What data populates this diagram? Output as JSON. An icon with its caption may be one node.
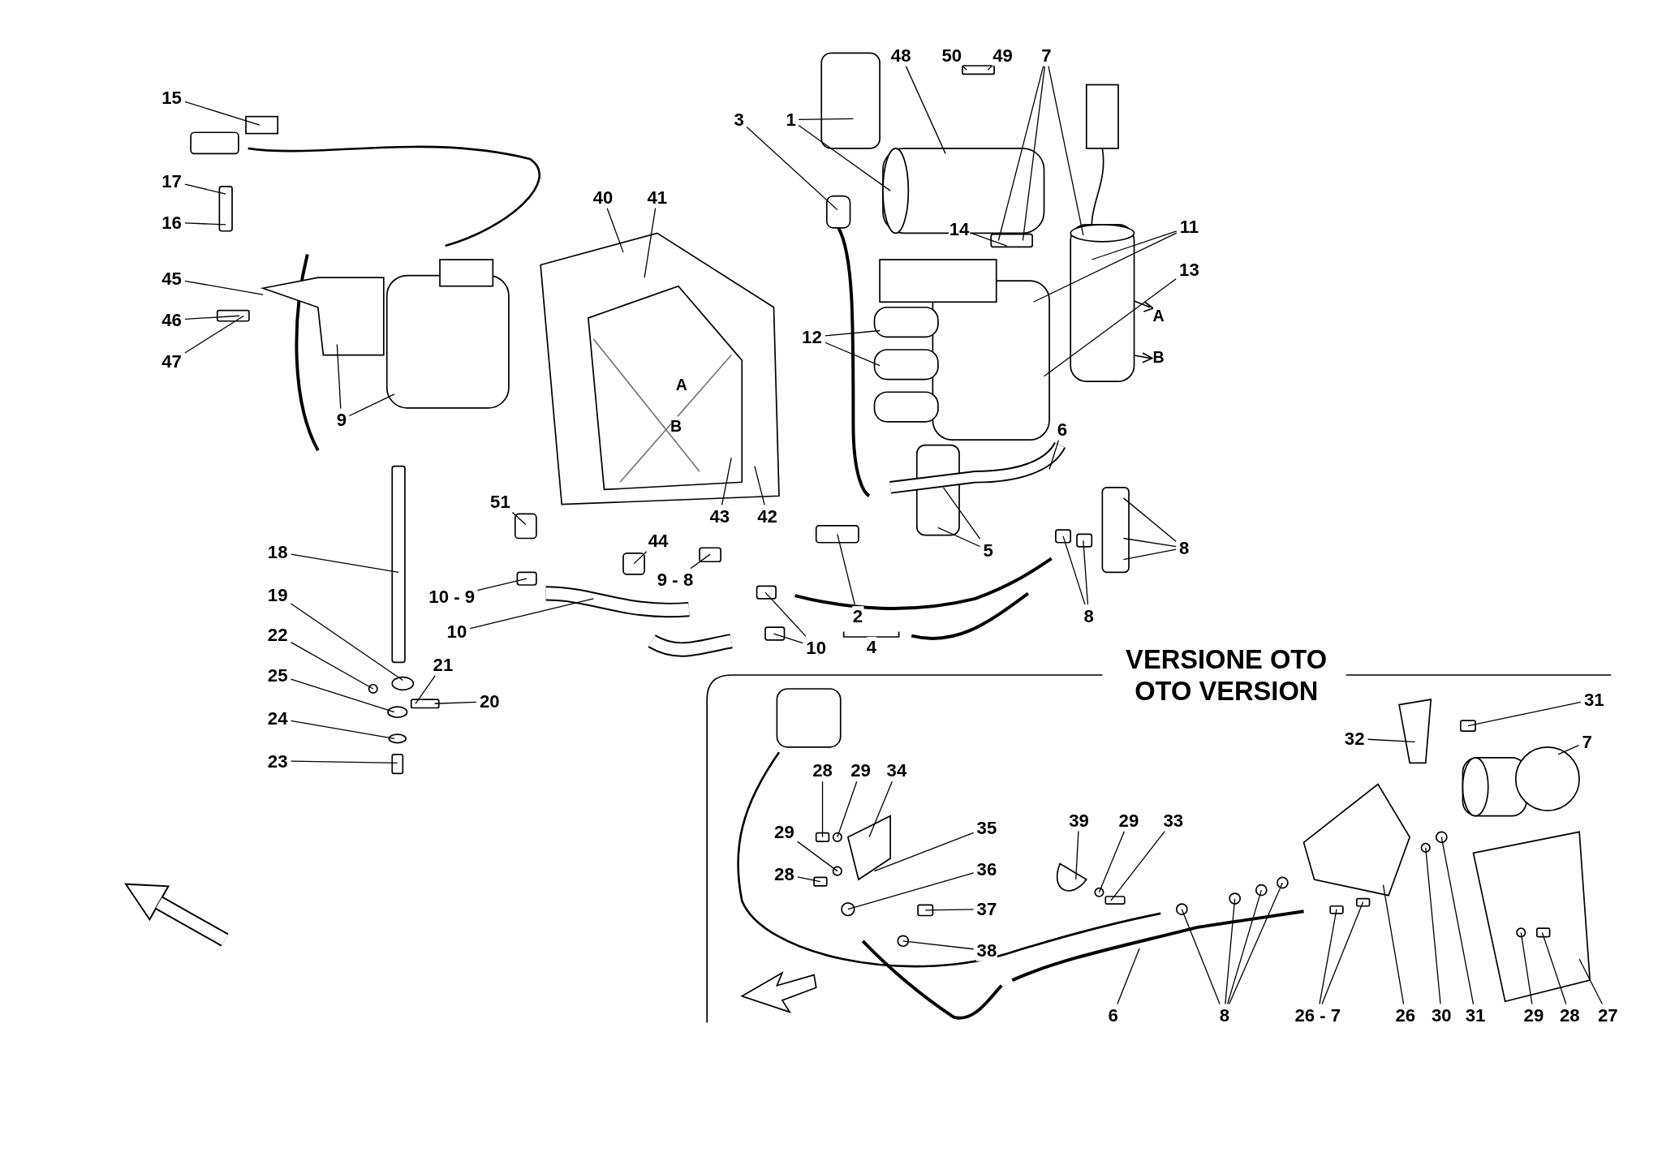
{
  "diagram": {
    "nodes": [
      {
        "text": [
          "48"
        ]
      },
      {
        "text": [
          "50"
        ]
      },
      {
        "text": [
          "49"
        ]
      },
      {
        "text": [
          "7"
        ]
      },
      {
        "text": [
          "15"
        ]
      },
      {
        "text": [
          "3"
        ]
      },
      {
        "text": [
          "1"
        ]
      },
      {
        "text": [
          "17"
        ]
      },
      {
        "text": [
          "40"
        ]
      },
      {
        "text": [
          "41"
        ]
      },
      {
        "text": [
          "16"
        ]
      },
      {
        "text": [
          "14"
        ]
      },
      {
        "text": [
          "11"
        ]
      },
      {
        "text": [
          "13"
        ]
      },
      {
        "text": [
          "45"
        ]
      },
      {
        "text": [
          "46"
        ]
      },
      {
        "text": [
          "12"
        ]
      },
      {
        "text": [
          "47"
        ]
      },
      {
        "text": [
          "9"
        ]
      },
      {
        "text": [
          "6"
        ]
      },
      {
        "text": [
          "51"
        ]
      },
      {
        "text": [
          "43"
        ]
      },
      {
        "text": [
          "42"
        ]
      },
      {
        "text": [
          "44"
        ]
      },
      {
        "text": [
          "8"
        ]
      },
      {
        "text": [
          "5"
        ]
      },
      {
        "text": [
          "18"
        ]
      },
      {
        "text": [
          "9 - 8"
        ]
      },
      {
        "text": [
          "19"
        ]
      },
      {
        "text": [
          "10 - 9"
        ]
      },
      {
        "text": [
          "2"
        ]
      },
      {
        "text": [
          "8"
        ]
      },
      {
        "text": [
          "10"
        ]
      },
      {
        "text": [
          "22"
        ]
      },
      {
        "text": [
          "10"
        ]
      },
      {
        "text": [
          "21"
        ]
      },
      {
        "text": [
          "25"
        ]
      },
      {
        "text": [
          "20"
        ]
      },
      {
        "text": [
          "24"
        ]
      },
      {
        "text": [
          "23"
        ]
      },
      {
        "text": [
          "31"
        ]
      },
      {
        "text": [
          "32"
        ]
      },
      {
        "text": [
          "7"
        ]
      },
      {
        "text": [
          "28"
        ]
      },
      {
        "text": [
          "29"
        ]
      },
      {
        "text": [
          "34"
        ]
      },
      {
        "text": [
          "39"
        ]
      },
      {
        "text": [
          "29"
        ]
      },
      {
        "text": [
          "33"
        ]
      },
      {
        "text": [
          "35"
        ]
      },
      {
        "text": [
          "29"
        ]
      },
      {
        "text": [
          "36"
        ]
      },
      {
        "text": [
          "28"
        ]
      },
      {
        "text": [
          "37"
        ]
      },
      {
        "text": [
          "38"
        ]
      },
      {
        "text": [
          "6"
        ]
      },
      {
        "text": [
          "8"
        ]
      },
      {
        "text": [
          "26 - 7"
        ]
      },
      {
        "text": [
          "26"
        ]
      },
      {
        "text": [
          "30"
        ]
      },
      {
        "text": [
          "31"
        ]
      },
      {
        "text": [
          "29"
        ]
      },
      {
        "text": [
          "28"
        ]
      },
      {
        "text": [
          "27"
        ]
      },
      {
        "text": [],
        "shape": "box"
      },
      {
        "text": [],
        "shape": "cylinder"
      },
      {
        "text": [],
        "shape": "box"
      },
      {
        "text": [],
        "shape": "line"
      },
      {
        "text": [],
        "shape": "box"
      },
      {
        "text": [],
        "shape": "box"
      },
      {
        "text": [],
        "shape": "cylinder"
      },
      {
        "text": [],
        "shape": "box"
      },
      {
        "text": [],
        "shape": "polygon"
      },
      {
        "text": [],
        "shape": "box"
      },
      {
        "text": [],
        "shape": "box"
      },
      {
        "text": [],
        "shape": "box"
      },
      {
        "text": [],
        "shape": "polygon"
      },
      {
        "text": [],
        "shape": "box"
      },
      {
        "text": [],
        "shape": "circle"
      },
      {
        "text": [],
        "shape": "circle"
      },
      {
        "text": [],
        "shape": "box"
      },
      {
        "text": [],
        "shape": "circle"
      },
      {
        "text": [],
        "shape": "circle"
      },
      {
        "text": [],
        "shape": "box"
      },
      {
        "text": [],
        "shape": "box"
      },
      {
        "text": [],
        "shape": "box"
      },
      {
        "text": [],
        "shape": "box"
      },
      {
        "text": [],
        "shape": "line"
      },
      {
        "text": [],
        "shape": "box"
      },
      {
        "text": [],
        "shape": "box"
      },
      {
        "text": [],
        "shape": "box"
      },
      {
        "text": [],
        "shape": "box"
      },
      {
        "text": [],
        "shape": "box"
      },
      {
        "text": [],
        "shape": "box"
      },
      {
        "text": [],
        "shape": "line"
      },
      {
        "text": [],
        "shape": "box"
      },
      {
        "text": [],
        "shape": "box"
      },
      {
        "text": [],
        "shape": "polygon"
      },
      {
        "text": [],
        "shape": "cylinder"
      },
      {
        "text": [],
        "shape": "box"
      },
      {
        "text": [],
        "shape": "circle"
      },
      {
        "text": [],
        "shape": "polygon"
      },
      {
        "text": [],
        "shape": "circle"
      },
      {
        "text": [],
        "shape": "box"
      },
      {
        "text": [],
        "shape": "circle"
      },
      {
        "text": [],
        "shape": "box"
      },
      {
        "text": [],
        "shape": "circle"
      },
      {
        "text": [],
        "shape": "polygon"
      },
      {
        "text": [],
        "shape": "circle"
      },
      {
        "text": [],
        "shape": "box"
      },
      {
        "text": [],
        "shape": "line"
      },
      {
        "text": [],
        "shape": "circle"
      },
      {
        "text": [],
        "shape": "circle"
      },
      {
        "text": [],
        "shape": "circle"
      },
      {
        "text": [],
        "shape": "circle"
      },
      {
        "text": [],
        "shape": "box"
      },
      {
        "text": [],
        "shape": "box"
      },
      {
        "text": [],
        "shape": "polygon"
      },
      {
        "text": [],
        "shape": "circle"
      },
      {
        "text": [],
        "shape": "circle"
      },
      {
        "text": [],
        "shape": "circle",
        "in": 122
      },
      {
        "text": [],
        "shape": "box",
        "in": 122
      },
      {
        "text": [],
        "shape": "polygon"
      }
    ],
    "edges": [
      {
        "from": 0,
        "to": 65,
        "arrow": "none"
      },
      {
        "from": 1,
        "to": 66,
        "arrow": "none"
      },
      {
        "from": 2,
        "to": 66,
        "arrow": "none"
      },
      {
        "from": 3,
        "to": 69,
        "arrow": "none"
      },
      {
        "from": 3,
        "to": 69,
        "arrow": "none"
      },
      {
        "from": 3,
        "to": 70,
        "arrow": "none"
      },
      {
        "from": 4,
        "to": 74,
        "arrow": "none"
      },
      {
        "from": 5,
        "to": 67,
        "arrow": "none"
      },
      {
        "from": 6,
        "to": 64,
        "arrow": "none"
      },
      {
        "from": 6,
        "to": 65,
        "arrow": "none"
      },
      {
        "from": 7,
        "to": 75,
        "arrow": "none"
      },
      {
        "from": 8,
        "to": 76,
        "arrow": "none"
      },
      {
        "from": 9,
        "to": 76,
        "arrow": "none"
      },
      {
        "from": 10,
        "to": 75,
        "arrow": "none"
      },
      {
        "from": 11,
        "to": 69,
        "arrow": "none"
      },
      {
        "from": 12,
        "to": 68,
        "arrow": "none"
      },
      {
        "from": 12,
        "to": 70,
        "arrow": "none"
      },
      {
        "from": 13,
        "to": 68,
        "arrow": "none"
      },
      {
        "from": 14,
        "to": 72,
        "arrow": "none"
      },
      {
        "from": 15,
        "to": 73,
        "arrow": "none"
      },
      {
        "from": 17,
        "to": 73,
        "arrow": "none"
      },
      {
        "from": 16,
        "to": 68,
        "arrow": "none"
      },
      {
        "from": 16,
        "to": 68,
        "arrow": "none"
      },
      {
        "from": 18,
        "to": 72,
        "arrow": "none"
      },
      {
        "from": 18,
        "to": 71,
        "arrow": "none"
      },
      {
        "from": 19,
        "to": 94,
        "arrow": "none"
      },
      {
        "from": 20,
        "to": 84,
        "arrow": "none"
      },
      {
        "from": 21,
        "to": 76,
        "arrow": "none"
      },
      {
        "from": 22,
        "to": 76,
        "arrow": "none"
      },
      {
        "from": 23,
        "to": 85,
        "arrow": "none"
      },
      {
        "from": 24,
        "to": 95,
        "arrow": "none"
      },
      {
        "from": 24,
        "to": 95,
        "arrow": "none"
      },
      {
        "from": 24,
        "to": 95,
        "arrow": "none"
      },
      {
        "from": 25,
        "to": 68,
        "arrow": "none"
      },
      {
        "from": 25,
        "to": 68,
        "arrow": "none"
      },
      {
        "from": 26,
        "to": 77,
        "arrow": "none"
      },
      {
        "from": 27,
        "to": 86,
        "arrow": "none"
      },
      {
        "from": 28,
        "to": 78,
        "arrow": "none"
      },
      {
        "from": 29,
        "to": 88,
        "arrow": "none"
      },
      {
        "from": 30,
        "to": 91,
        "arrow": "none"
      },
      {
        "from": 31,
        "to": 92,
        "arrow": "none"
      },
      {
        "from": 31,
        "to": 93,
        "arrow": "none"
      },
      {
        "from": 32,
        "to": 87,
        "arrow": "none"
      },
      {
        "from": 33,
        "to": 79,
        "arrow": "none"
      },
      {
        "from": 34,
        "to": 89,
        "arrow": "none"
      },
      {
        "from": 34,
        "to": 90,
        "arrow": "none"
      },
      {
        "from": 35,
        "to": 80,
        "arrow": "none"
      },
      {
        "from": 36,
        "to": 81,
        "arrow": "none"
      },
      {
        "from": 37,
        "to": 80,
        "arrow": "none"
      },
      {
        "from": 38,
        "to": 82,
        "arrow": "none"
      },
      {
        "from": 39,
        "to": 83,
        "arrow": "none"
      },
      {
        "from": 40,
        "to": 96,
        "arrow": "none"
      },
      {
        "from": 41,
        "to": 97,
        "arrow": "none"
      },
      {
        "from": 42,
        "to": 98,
        "arrow": "none"
      },
      {
        "from": 43,
        "to": 99,
        "arrow": "none"
      },
      {
        "from": 44,
        "to": 100,
        "arrow": "none"
      },
      {
        "from": 45,
        "to": 101,
        "arrow": "none"
      },
      {
        "from": 46,
        "to": 107,
        "arrow": "none"
      },
      {
        "from": 47,
        "to": 108,
        "arrow": "none"
      },
      {
        "from": 48,
        "to": 109,
        "arrow": "none"
      },
      {
        "from": 49,
        "to": 101,
        "arrow": "none"
      },
      {
        "from": 50,
        "to": 102,
        "arrow": "none"
      },
      {
        "from": 51,
        "to": 104,
        "arrow": "none"
      },
      {
        "from": 52,
        "to": 103,
        "arrow": "none"
      },
      {
        "from": 53,
        "to": 105,
        "arrow": "none"
      },
      {
        "from": 54,
        "to": 106,
        "arrow": "none"
      },
      {
        "from": 55,
        "to": 110,
        "arrow": "none"
      },
      {
        "from": 56,
        "to": 111,
        "arrow": "none"
      },
      {
        "from": 56,
        "to": 112,
        "arrow": "none"
      },
      {
        "from": 56,
        "to": 113,
        "arrow": "none"
      },
      {
        "from": 56,
        "to": 114,
        "arrow": "none"
      },
      {
        "from": 57,
        "to": 115,
        "arrow": "none"
      },
      {
        "from": 57,
        "to": 116,
        "arrow": "none"
      },
      {
        "from": 58,
        "to": 117,
        "arrow": "none"
      },
      {
        "from": 59,
        "to": 118,
        "arrow": "none"
      },
      {
        "from": 60,
        "to": 119,
        "arrow": "none"
      },
      {
        "from": 61,
        "to": 120,
        "arrow": "none"
      },
      {
        "from": 62,
        "to": 121,
        "arrow": "none"
      },
      {
        "from": 63,
        "to": 122,
        "arrow": "none"
      }
    ],
    "labels": [
      "A",
      "B",
      "A",
      "B",
      "4",
      "VERSIONE OTO",
      "OTO VERSION"
    ]
  }
}
